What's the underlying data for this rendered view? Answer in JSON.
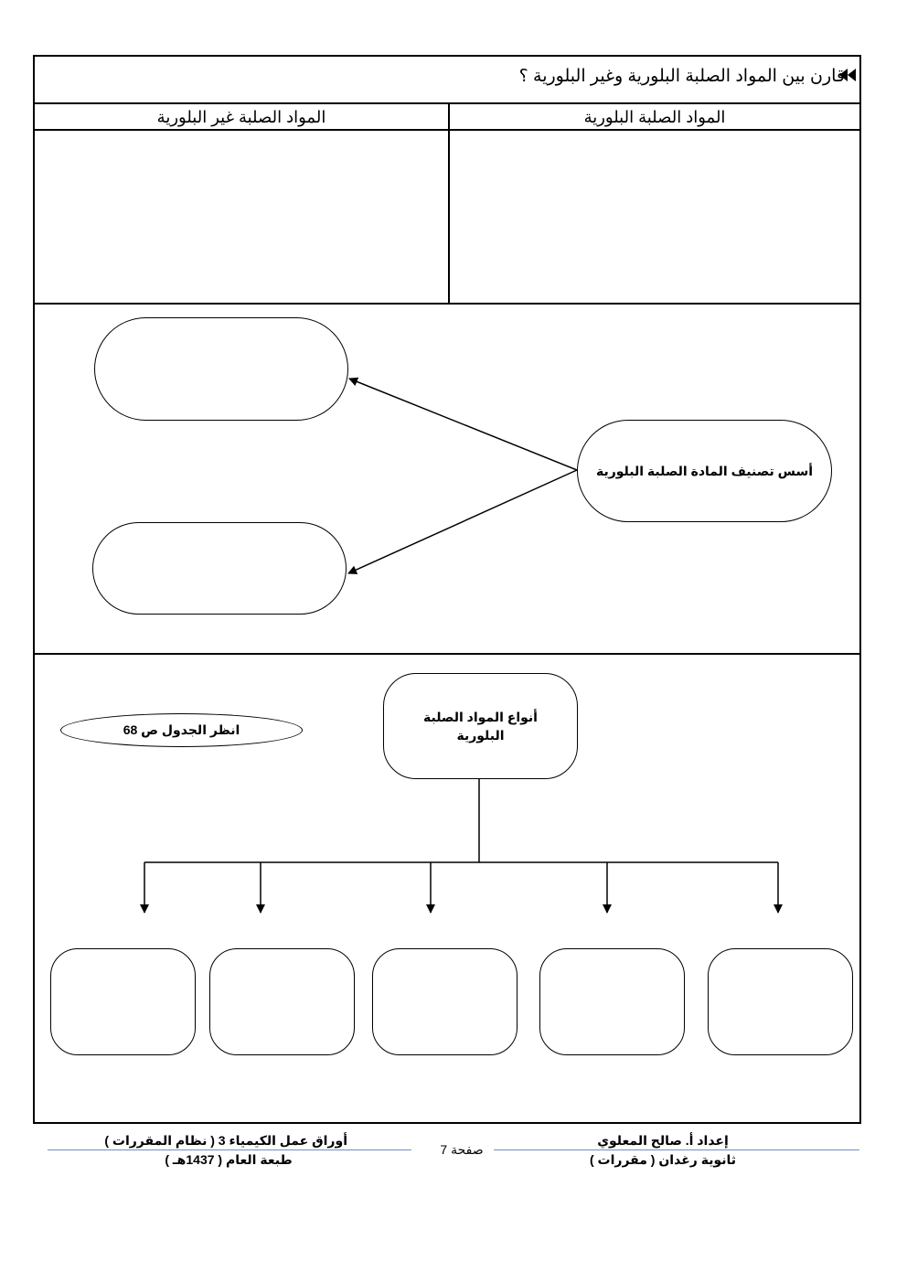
{
  "question": {
    "text": "قارن بين المواد الصلبة البلورية وغير البلورية ؟",
    "marker_icon": "double-left-triangle-icon"
  },
  "comparison_table": {
    "headers": [
      "المواد الصلبة البلورية",
      "المواد الصلبة غير البلورية"
    ]
  },
  "classification_diagram": {
    "center_label": "أسس تصنيف المادة الصلبة البلورية",
    "branch_count": 2
  },
  "types_diagram": {
    "root_label": "أنواع المواد الصلبة البلورية",
    "note": "انظر الجدول ص 68",
    "leaf_count": 5
  },
  "footer": {
    "right_line1": "إعداد أ. صالح المعلوي",
    "right_line2": "ثانوية رغدان ( مقررات )",
    "center": "صفحة 7",
    "left_line1": "أوراق عمل الكيمياء 3 ( نظام المقررات )",
    "left_line2": "طبعة العام ( 1437هـ )",
    "rule_color": "#6f8fbf"
  }
}
